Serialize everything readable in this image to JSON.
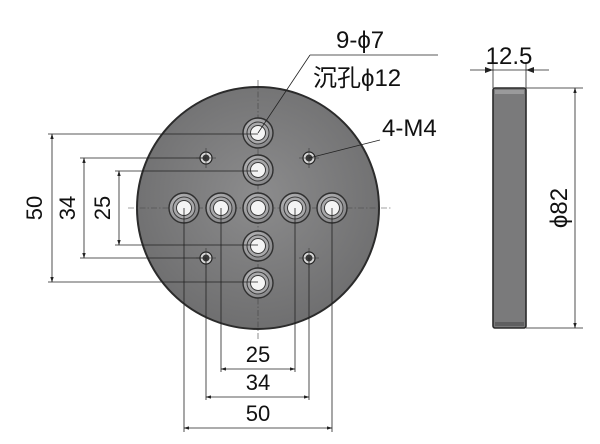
{
  "labels": {
    "holes_count_dia": "9-ϕ7",
    "counterbore": "沉孔ϕ12",
    "tapped": "4-M4",
    "thickness": "12.5",
    "diameter": "ϕ82"
  },
  "dims_vertical": [
    "50",
    "34",
    "25"
  ],
  "dims_horizontal": [
    "25",
    "34",
    "50"
  ],
  "colors": {
    "plate_fill": "#7f7f80",
    "plate_edge": "#2b2b2b",
    "hole_ring": "#a9a9ab",
    "hole_core": "#f4f4f4",
    "tap_fill": "#3a3a3a",
    "line": "#222222"
  }
}
